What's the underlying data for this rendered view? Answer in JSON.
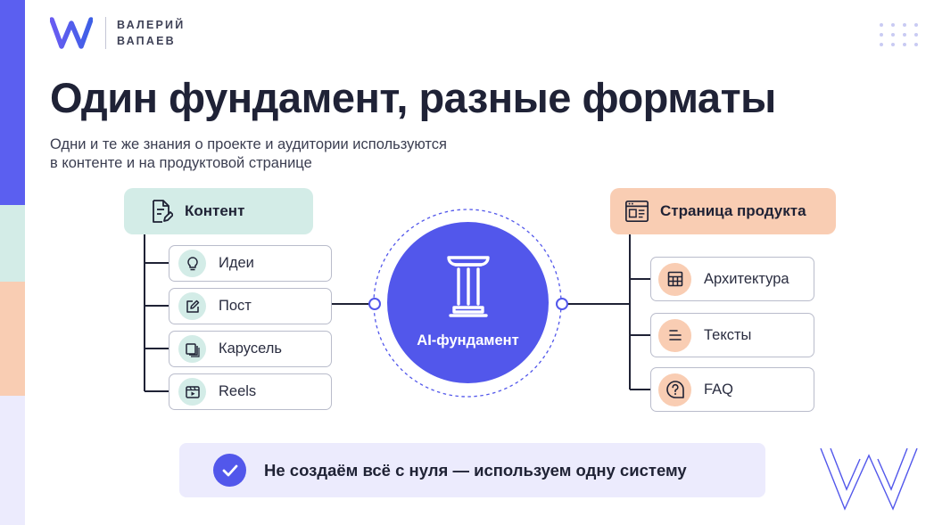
{
  "brand": {
    "name_line1": "ВАЛЕРИЙ",
    "name_line2": "ВАПАЕВ",
    "logo_icon": "w-monogram-icon"
  },
  "title": "Один фундамент, разные форматы",
  "subtitle": {
    "line1": "Одни и те же знания о проекте и аудитории используются",
    "line2": "в контенте и на продуктовой странице"
  },
  "left_branch": {
    "title": "Контент",
    "icon": "document-edit-icon",
    "items": [
      {
        "label": "Идеи",
        "icon": "lightbulb-icon"
      },
      {
        "label": "Пост",
        "icon": "edit-icon"
      },
      {
        "label": "Карусель",
        "icon": "carousel-icon"
      },
      {
        "label": "Reels",
        "icon": "video-icon"
      }
    ]
  },
  "center": {
    "label": "AI-фундамент",
    "icon": "pillar-icon"
  },
  "right_branch": {
    "title": "Страница продукта",
    "icon": "webpage-icon",
    "items": [
      {
        "label": "Архитектура",
        "icon": "grid-layout-icon"
      },
      {
        "label": "Тексты",
        "icon": "text-lines-icon"
      },
      {
        "label": "FAQ",
        "icon": "question-icon"
      }
    ]
  },
  "banner": {
    "text": "Не создаём всё с нуля — используем одну систему",
    "icon": "check-icon"
  },
  "colors": {
    "accent": "#5257eb",
    "mint": "#d3ece7",
    "peach": "#f9cdb3",
    "lavender": "#ecebfd",
    "text": "#1f2235"
  }
}
